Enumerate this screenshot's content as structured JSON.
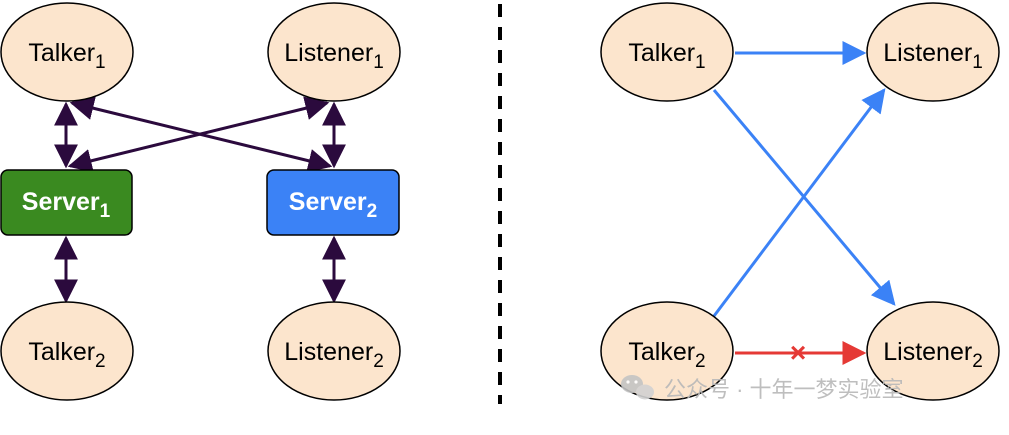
{
  "left_diagram": {
    "talker1": {
      "name": "Talker",
      "sub": "1"
    },
    "listener1": {
      "name": "Listener",
      "sub": "1"
    },
    "server1": {
      "name": "Server",
      "sub": "1"
    },
    "server2": {
      "name": "Server",
      "sub": "2"
    },
    "talker2": {
      "name": "Talker",
      "sub": "2"
    },
    "listener2": {
      "name": "Listener",
      "sub": "2"
    }
  },
  "right_diagram": {
    "talker1": {
      "name": "Talker",
      "sub": "1"
    },
    "listener1": {
      "name": "Listener",
      "sub": "1"
    },
    "talker2": {
      "name": "Talker",
      "sub": "2"
    },
    "listener2": {
      "name": "Listener",
      "sub": "2"
    },
    "blocked_mark": "×"
  },
  "watermark": {
    "text": "公众号 · 十年一梦实验室"
  },
  "colors": {
    "node_fill": "#fce5cd",
    "server1_fill": "#3a8a20",
    "server2_fill": "#3b82f6",
    "dark_edge": "#2b0a3d",
    "blue_edge": "#3b82f6",
    "red_edge": "#e53935"
  }
}
